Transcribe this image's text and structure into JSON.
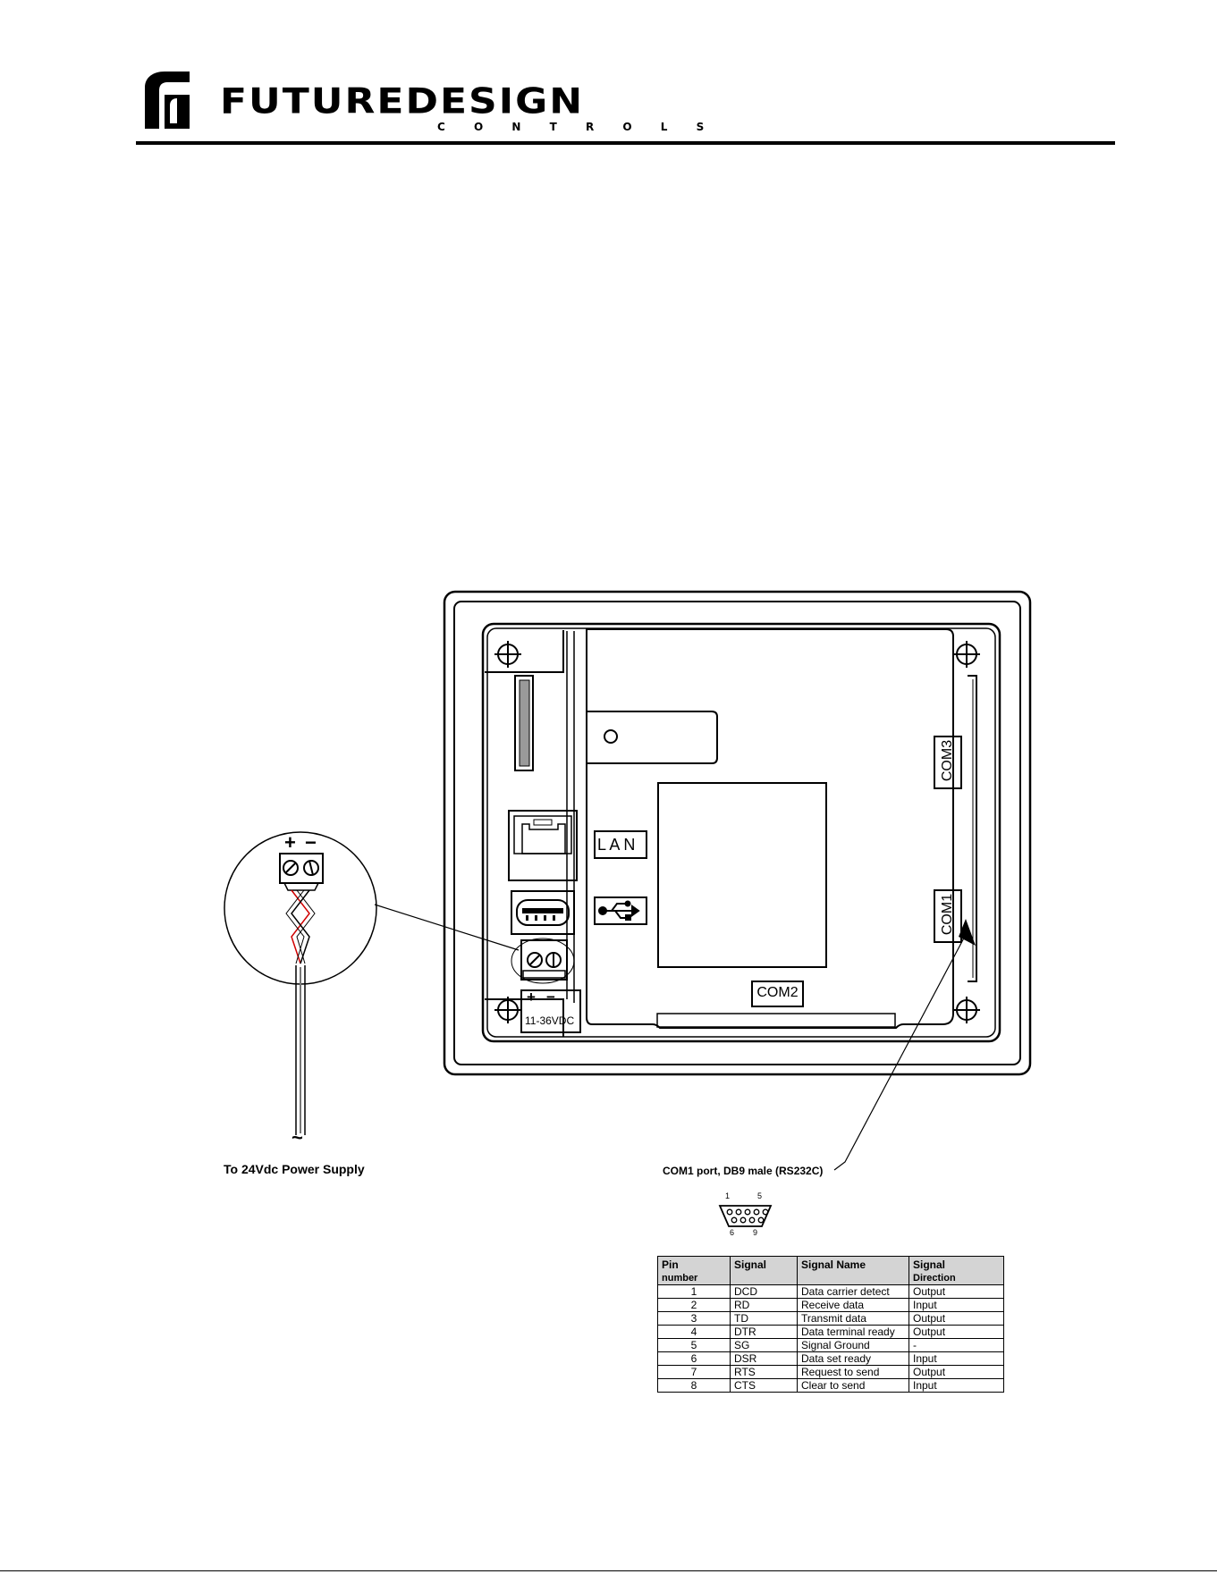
{
  "header": {
    "brand": "FUTUREDESIGN",
    "brand_sub": "C O N T R O L S"
  },
  "diagram": {
    "power_plus": "+ −",
    "terminal_plus": "+",
    "terminal_minus": "−",
    "power_range": "11-36VDC",
    "lan_label": "L A N",
    "com1_label": "COM1",
    "com2_label": "COM2",
    "com3_label": "COM3",
    "usb_icon": "usb-icon",
    "power_caption": "To 24Vdc Power Supply",
    "com1_caption": "COM1 port, DB9 male (RS232C)",
    "db9_pin_1": "1",
    "db9_pin_5": "5",
    "db9_pin_6": "6",
    "db9_pin_9": "9",
    "tilde": "~"
  },
  "pin_table": {
    "headers": [
      {
        "line1": "Pin",
        "line2": "number"
      },
      {
        "line1": "Signal",
        "line2": ""
      },
      {
        "line1": "Signal Name",
        "line2": ""
      },
      {
        "line1": "Signal",
        "line2": "Direction"
      }
    ],
    "rows": [
      {
        "pin": "1",
        "signal": "DCD",
        "name": "Data carrier detect",
        "dir": "Output"
      },
      {
        "pin": "2",
        "signal": "RD",
        "name": "Receive data",
        "dir": "Input"
      },
      {
        "pin": "3",
        "signal": "TD",
        "name": "Transmit data",
        "dir": "Output"
      },
      {
        "pin": "4",
        "signal": "DTR",
        "name": "Data terminal ready",
        "dir": "Output"
      },
      {
        "pin": "5",
        "signal": "SG",
        "name": "Signal Ground",
        "dir": "-"
      },
      {
        "pin": "6",
        "signal": "DSR",
        "name": "Data set ready",
        "dir": "Input"
      },
      {
        "pin": "7",
        "signal": "RTS",
        "name": "Request to send",
        "dir": "Output"
      },
      {
        "pin": "8",
        "signal": "CTS",
        "name": "Clear to send",
        "dir": "Input"
      }
    ]
  }
}
